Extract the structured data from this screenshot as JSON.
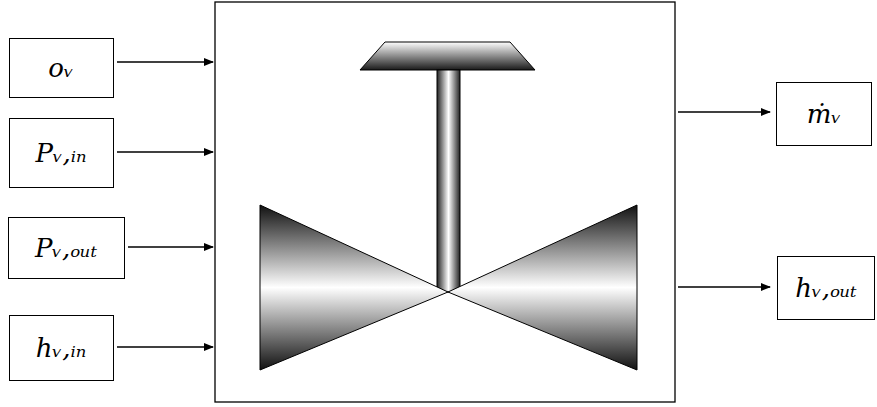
{
  "diagram": {
    "nodes": [
      {
        "text": [
          "oᵥ"
        ]
      },
      {
        "text": [
          "Pᵥ,ᵢₙ"
        ]
      },
      {
        "text": [
          "Pᵥ,ₒᵤₜ"
        ]
      },
      {
        "text": [
          "hᵥ,ᵢₙ"
        ]
      },
      {
        "text": [
          "ṁᵥ"
        ]
      },
      {
        "text": [
          "hᵥ,ₒᵤₜ"
        ]
      }
    ]
  }
}
